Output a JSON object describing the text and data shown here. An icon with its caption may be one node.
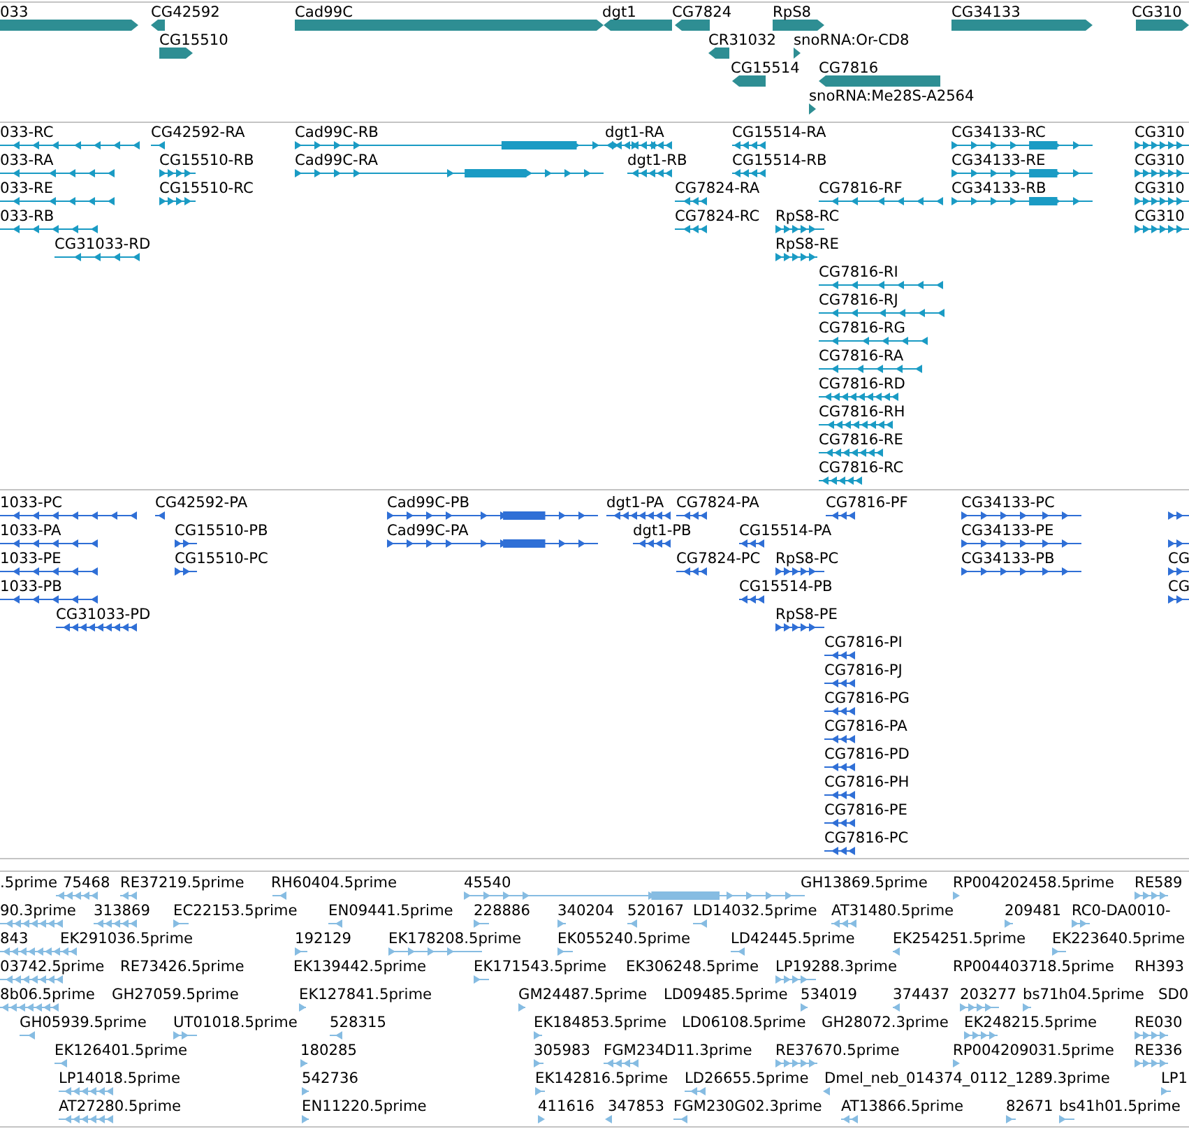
{
  "diagram": {
    "labels": [
      "033",
      "CG42592",
      "Cad99C",
      "dgt1",
      "CG7824",
      "RpS8",
      "CG34133",
      "CG310",
      "CG15510",
      "CR31032",
      "snoRNA:Or-CD8",
      "CG15514",
      "CG7816",
      "snoRNA:Me28S-A2564",
      "033-RC",
      "CG42592-RA",
      "Cad99C-RB",
      "dgt1-RA",
      "CG15514-RA",
      "CG34133-RC",
      "CG310",
      "033-RA",
      "CG15510-RB",
      "Cad99C-RA",
      "dgt1-RB",
      "CG15514-RB",
      "CG34133-RE",
      "CG310",
      "033-RE",
      "CG15510-RC",
      "CG7824-RA",
      "CG7816-RF",
      "CG34133-RB",
      "CG310",
      "033-RB",
      "CG7824-RC",
      "RpS8-RC",
      "CG310",
      "CG31033-RD",
      "RpS8-RE",
      "CG7816-RI",
      "CG7816-RJ",
      "CG7816-RG",
      "CG7816-RA",
      "CG7816-RD",
      "CG7816-RH",
      "CG7816-RE",
      "CG7816-RC",
      "1033-PC",
      "CG42592-PA",
      "Cad99C-PB",
      "dgt1-PA",
      "CG7824-PA",
      "CG7816-PF",
      "CG34133-PC",
      "1033-PA",
      "CG15510-PB",
      "Cad99C-PA",
      "dgt1-PB",
      "CG15514-PA",
      "CG34133-PE",
      "1033-PE",
      "CG15510-PC",
      "CG7824-PC",
      "RpS8-PC",
      "CG34133-PB",
      "CG",
      "1033-PB",
      "CG15514-PB",
      "CG",
      "CG31033-PD",
      "RpS8-PE",
      "CG7816-PI",
      "CG7816-PJ",
      "CG7816-PG",
      "CG7816-PA",
      "CG7816-PD",
      "CG7816-PH",
      "CG7816-PE",
      "CG7816-PC",
      ".5prime",
      "75468",
      "RE37219.5prime",
      "RH60404.5prime",
      "45540",
      "GH13869.5prime",
      "RP004202458.5prime",
      "RE589",
      "90.3prime",
      "313869",
      "EC22153.5prime",
      "EN09441.5prime",
      "228886",
      "340204",
      "520167",
      "LD14032.5prime",
      "AT31480.5prime",
      "209481",
      "RC0-DA0010-",
      "843",
      "EK291036.5prime",
      "192129",
      "EK178208.5prime",
      "EK055240.5prime",
      "LD42445.5prime",
      "EK254251.5prime",
      "EK223640.5prime",
      "03742.5prime",
      "RE73426.5prime",
      "EK139442.5prime",
      "EK171543.5prime",
      "EK306248.5prime",
      "LP19288.3prime",
      "RP004403718.5prime",
      "RH393",
      "8b06.5prime",
      "GH27059.5prime",
      "EK127841.5prime",
      "GM24487.5prime",
      "LD09485.5prime",
      "534019",
      "374437",
      "203277",
      "bs71h04.5prime",
      "SD0",
      "GH05939.5prime",
      "UT01018.5prime",
      "528315",
      "EK184853.5prime",
      "LD06108.5prime",
      "GH28072.3prime",
      "EK248215.5prime",
      "RE030",
      "EK126401.5prime",
      "180285",
      "305983",
      "FGM234D11.3prime",
      "RE37670.5prime",
      "RP004209031.5prime",
      "RE336",
      "LP14018.5prime",
      "542736",
      "EK142816.5prime",
      "LD26655.5prime",
      "Dmel_neb_014374_0112_1289.3prime",
      "LP1",
      "AT27280.5prime",
      "EN11220.5prime",
      "411616",
      "347853",
      "FGM230G02.3prime",
      "AT13866.5prime",
      "82671",
      "bs41h01.5prime"
    ]
  }
}
